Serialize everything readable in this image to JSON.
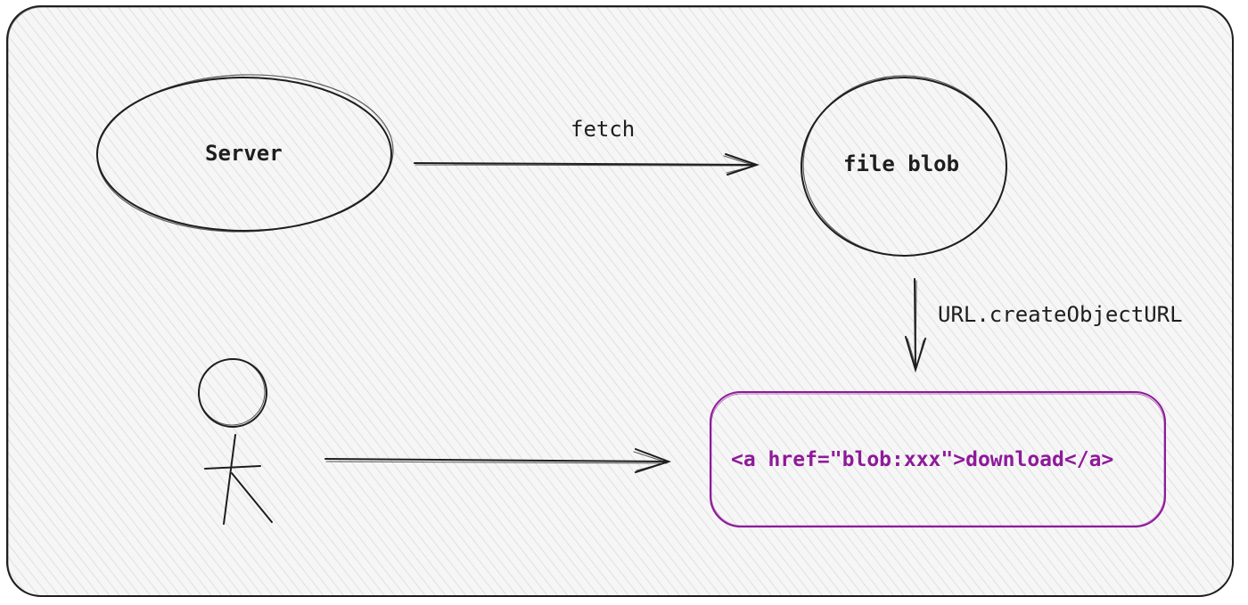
{
  "nodes": {
    "server": {
      "label": "Server"
    },
    "file_blob": {
      "label": "file blob"
    },
    "anchor": {
      "label": "<a href=\"blob:xxx\">download</a>"
    },
    "user": {
      "icon": "stick-figure-icon"
    }
  },
  "edges": {
    "fetch": {
      "label": "fetch"
    },
    "create_object_url": {
      "label": "URL.createObjectURL"
    }
  },
  "colors": {
    "stroke": "#1e1e1e",
    "accent": "#8e1a99",
    "hatch": "#d6d6d6",
    "background": "#f5f5f5"
  }
}
